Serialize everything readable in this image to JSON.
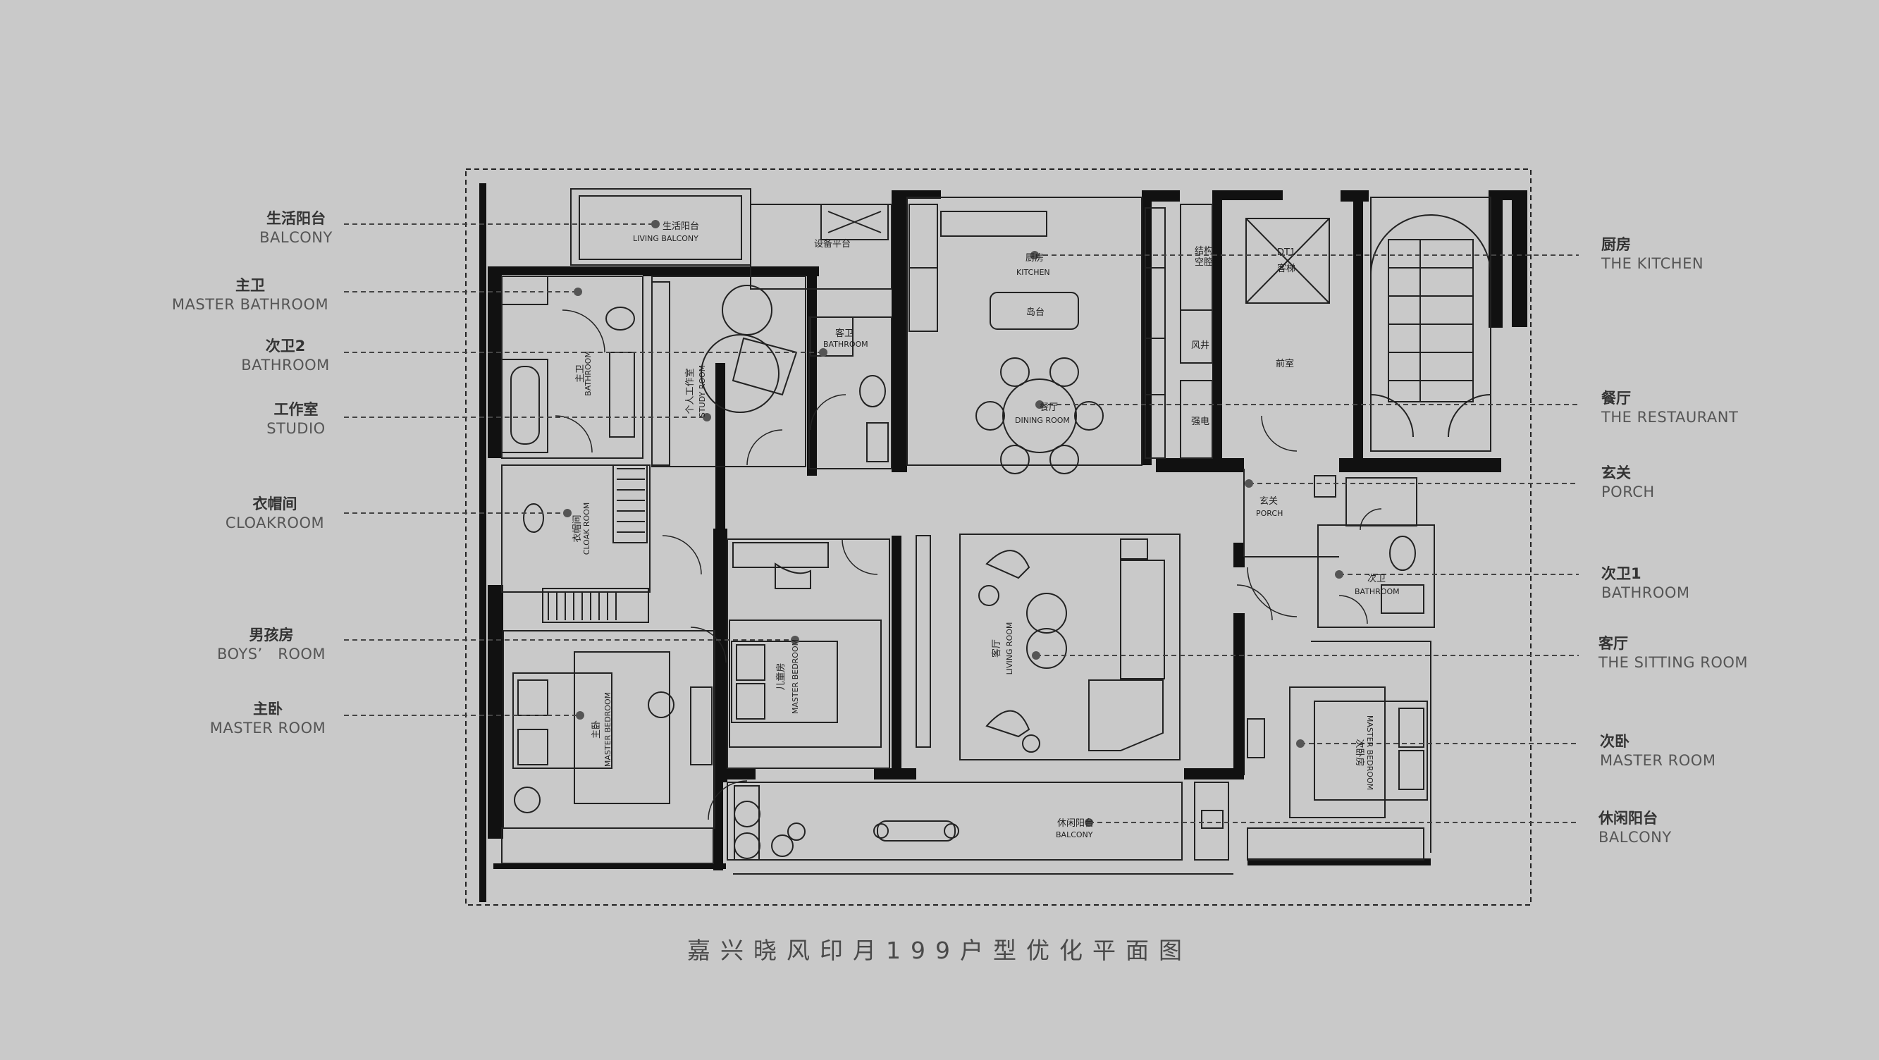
{
  "title": "嘉兴晓风印月199户型优化平面图",
  "left_callouts": [
    {
      "id": "balcony-living",
      "cn": "生活阳台",
      "en": "BALCONY"
    },
    {
      "id": "master-bathroom",
      "cn": "主卫",
      "en": "MASTER BATHROOM"
    },
    {
      "id": "bathroom-2",
      "cn": "次卫2",
      "en": "BATHROOM"
    },
    {
      "id": "studio",
      "cn": "工作室",
      "en": "STUDIO"
    },
    {
      "id": "cloakroom",
      "cn": "衣帽间",
      "en": "CLOAKROOM"
    },
    {
      "id": "boys-room",
      "cn": "男孩房",
      "en": "BOYS’　ROOM"
    },
    {
      "id": "master-room",
      "cn": "主卧",
      "en": "MASTER ROOM"
    }
  ],
  "right_callouts": [
    {
      "id": "kitchen",
      "cn": "厨房",
      "en": "THE KITCHEN"
    },
    {
      "id": "restaurant",
      "cn": "餐厅",
      "en": "THE RESTAURANT"
    },
    {
      "id": "porch",
      "cn": "玄关",
      "en": "PORCH"
    },
    {
      "id": "bathroom-1",
      "cn": "次卫1",
      "en": "BATHROOM"
    },
    {
      "id": "sitting-room",
      "cn": "客厅",
      "en": "THE SITTING ROOM"
    },
    {
      "id": "second-bedroom",
      "cn": "次卧",
      "en": "MASTER ROOM"
    },
    {
      "id": "balcony-leisure",
      "cn": "休闲阳台",
      "en": "BALCONY"
    }
  ],
  "room_labels": {
    "living_balcony_cn": "生活阳台",
    "living_balcony_en": "LIVING BALCONY",
    "equipment_platform": "设备平台",
    "guest_bath_cn": "客卫",
    "guest_bath_en": "BATHROOM",
    "kitchen_cn": "厨房",
    "kitchen_en": "KITCHEN",
    "island": "岛台",
    "dining_cn": "餐厅",
    "dining_en": "DINING ROOM",
    "structure_cn": "结构",
    "structure_cn2": "空腔",
    "elevator": "DT1",
    "elevator2": "客梯",
    "air_shaft": "风井",
    "anteroom": "前室",
    "power": "强电",
    "porch_cn": "玄关",
    "porch_en": "PORCH",
    "master_bath_cn": "主卫",
    "master_bath_en": "BATHROOM",
    "study_cn": "个人工作室",
    "study_en": "STUDY ROOM",
    "cloak_cn": "衣帽间",
    "cloak_en": "CLOAK ROOM",
    "child_cn": "儿童房",
    "child_en": "MASTER BEDROOM",
    "master_bed_cn": "主卧",
    "master_bed_en": "MASTER BEDROOM",
    "living_cn": "客厅",
    "living_en": "LIVING ROOM",
    "leisure_cn": "休闲阳台",
    "leisure_en": "BALCONY",
    "bath1_cn": "次卫",
    "bath1_en": "BATHROOM",
    "second_bed_cn": "次卧房",
    "second_bed_en": "MASTER BEDROOM"
  },
  "colors": {
    "background": "#c9c9c9",
    "wall": "#111111",
    "line": "#222222",
    "leader": "#444444"
  }
}
